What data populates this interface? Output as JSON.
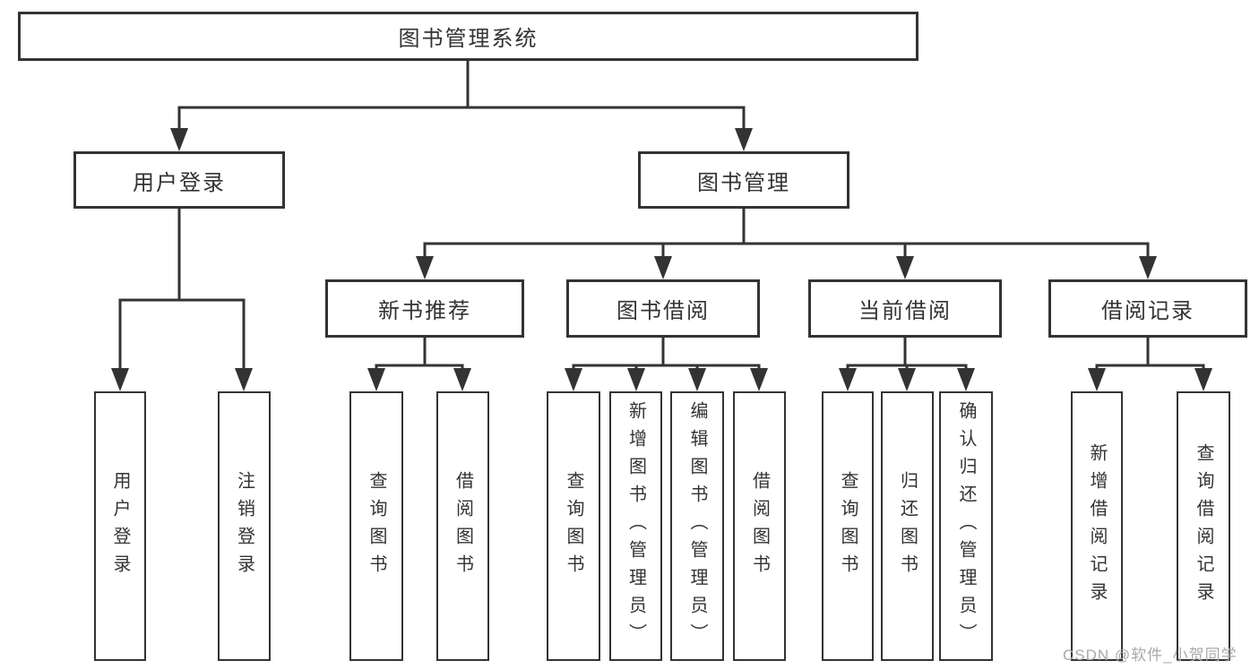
{
  "tree": {
    "root": {
      "label": "图书管理系统"
    },
    "branches": [
      {
        "label": "用户登录",
        "children": [
          {
            "label": "用户登录"
          },
          {
            "label": "注销登录"
          }
        ]
      },
      {
        "label": "图书管理",
        "children": [
          {
            "label": "新书推荐",
            "children": [
              {
                "label": "查询图书"
              },
              {
                "label": "借阅图书"
              }
            ]
          },
          {
            "label": "图书借阅",
            "children": [
              {
                "label": "查询图书"
              },
              {
                "label": "新增图书（管理员）"
              },
              {
                "label": "编辑图书（管理员）"
              },
              {
                "label": "借阅图书"
              }
            ]
          },
          {
            "label": "当前借阅",
            "children": [
              {
                "label": "查询图书"
              },
              {
                "label": "归还图书"
              },
              {
                "label": "确认归还（管理员）"
              }
            ]
          },
          {
            "label": "借阅记录",
            "children": [
              {
                "label": "新增借阅记录"
              },
              {
                "label": "查询借阅记录"
              }
            ]
          }
        ]
      }
    ]
  },
  "watermark": "CSDN @软件_小贺同学",
  "colors": {
    "line": "#333333",
    "text": "#333333",
    "watermark_text": "#a9a9a9",
    "background": "#ffffff"
  }
}
